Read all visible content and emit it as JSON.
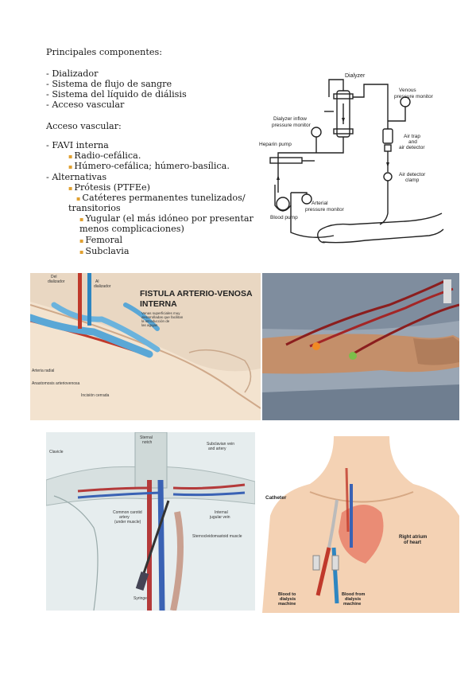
{
  "text": {
    "heading": "Principales componentes:",
    "components": [
      "- Dializador",
      "- Sistema de flujo de sangre",
      "- Sistema del líquido de diálisis",
      "- Acceso vascular"
    ],
    "access_heading": "Acceso vascular:",
    "favi": "- FAVI interna",
    "favi_items": [
      "Radio-cefálica.",
      "Húmero-cefálica; húmero-basílica."
    ],
    "alternativas": "- Alternativas",
    "protesis": "Prótesis (PTFEe)",
    "cateteres_line1": "Catéteres permanentes tunelizados/",
    "cateteres_line2": "transitorios",
    "yugular_line1": "Yugular (el más idóneo por presentar",
    "yugular_line2": "menos complicaciones)",
    "femoral": "Femoral",
    "subclavia": "Subclavia"
  },
  "diagram": {
    "dialyzer": "Dialyzer",
    "venous_monitor_1": "Venous",
    "venous_monitor_2": "pressure monitor",
    "inflow_1": "Dialyzer inflow",
    "inflow_2": "pressure monitor",
    "heparin": "Heparin pump",
    "air_trap_1": "Air trap",
    "air_trap_2": "and",
    "air_trap_3": "air detector",
    "air_clamp_1": "Air detector",
    "air_clamp_2": "clamp",
    "arterial_1": "Arterial",
    "arterial_2": "pressure monitor",
    "blood_pump": "Blood pump"
  },
  "fistula_fig": {
    "title_1": "FISTULA ARTERIO-VENOSA",
    "title_2": "INTERNA",
    "caption_1": "Venas superficiales muy",
    "caption_2": "desarrolladas que facilitan",
    "caption_3": "la introducción de",
    "caption_4": "las agujas",
    "al_dializador_a": "Del",
    "al_dializador_b": "dializador",
    "del_dializador_a": "Al",
    "del_dializador_b": "dializador",
    "arteria": "Arteria radial",
    "anastomosis": "Anastomosis arteriovenosa",
    "incision": "Incisión cerrada"
  },
  "neck_fig": {
    "sternal_1": "Sternal",
    "sternal_2": "notch",
    "clavicle": "Clavicle",
    "subclavian_1": "Subclavian vein",
    "subclavian_2": "and artery",
    "carotid_1": "Common carotid",
    "carotid_2": "artery",
    "carotid_3": "(under muscle)",
    "jugular_1": "Internal",
    "jugular_2": "jugular vein",
    "scm": "Sternocleidomastoid muscle",
    "syringe": "Syringe"
  },
  "catheter_fig": {
    "catheter": "Catheter",
    "right_atrium_1": "Right atrium",
    "right_atrium_2": "of heart",
    "to_1": "Blood to",
    "to_2": "dialysis",
    "to_3": "machine",
    "from_1": "Blood from",
    "from_2": "dialysis",
    "from_3": "machine"
  }
}
